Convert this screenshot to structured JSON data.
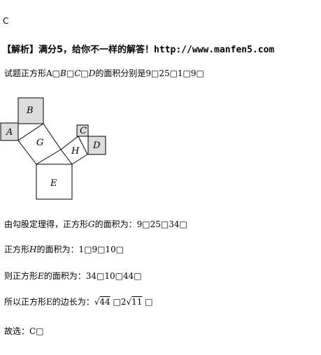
{
  "answer": "C",
  "header": {
    "prefix": "【解析】满分5，给你不一样的解答！",
    "url": "http://www.manfen5.com"
  },
  "line1": {
    "lead": "试题正方形A",
    "sep": "□",
    "B": "B",
    "C": "C",
    "D": "D",
    "tail": "的面积分别是9□25□1□9□"
  },
  "figure": {
    "labels": [
      "A",
      "B",
      "C",
      "D",
      "E",
      "G",
      "H"
    ],
    "colors": {
      "shaded": "#dcdcdc",
      "plain": "#ffffff",
      "stroke": "#000000"
    }
  },
  "line4": {
    "pre": "由勾股定理得，正方形",
    "var": "G",
    "post": "的面积为：9□25□34□"
  },
  "line5": {
    "pre": "正方形",
    "var": "H",
    "post": "的面积为：1□9□10□"
  },
  "line6": {
    "pre": "则正方形",
    "var": "E",
    "post": "的面积为：34□10□44□"
  },
  "line7": {
    "pre": "所以正方形E的边长为：",
    "sqrt_sign1": "√",
    "rad1": "44",
    "mid": " □2",
    "sqrt_sign2": "√",
    "rad2": "11",
    "post": " □"
  },
  "line8": {
    "text": "故选：C□"
  }
}
